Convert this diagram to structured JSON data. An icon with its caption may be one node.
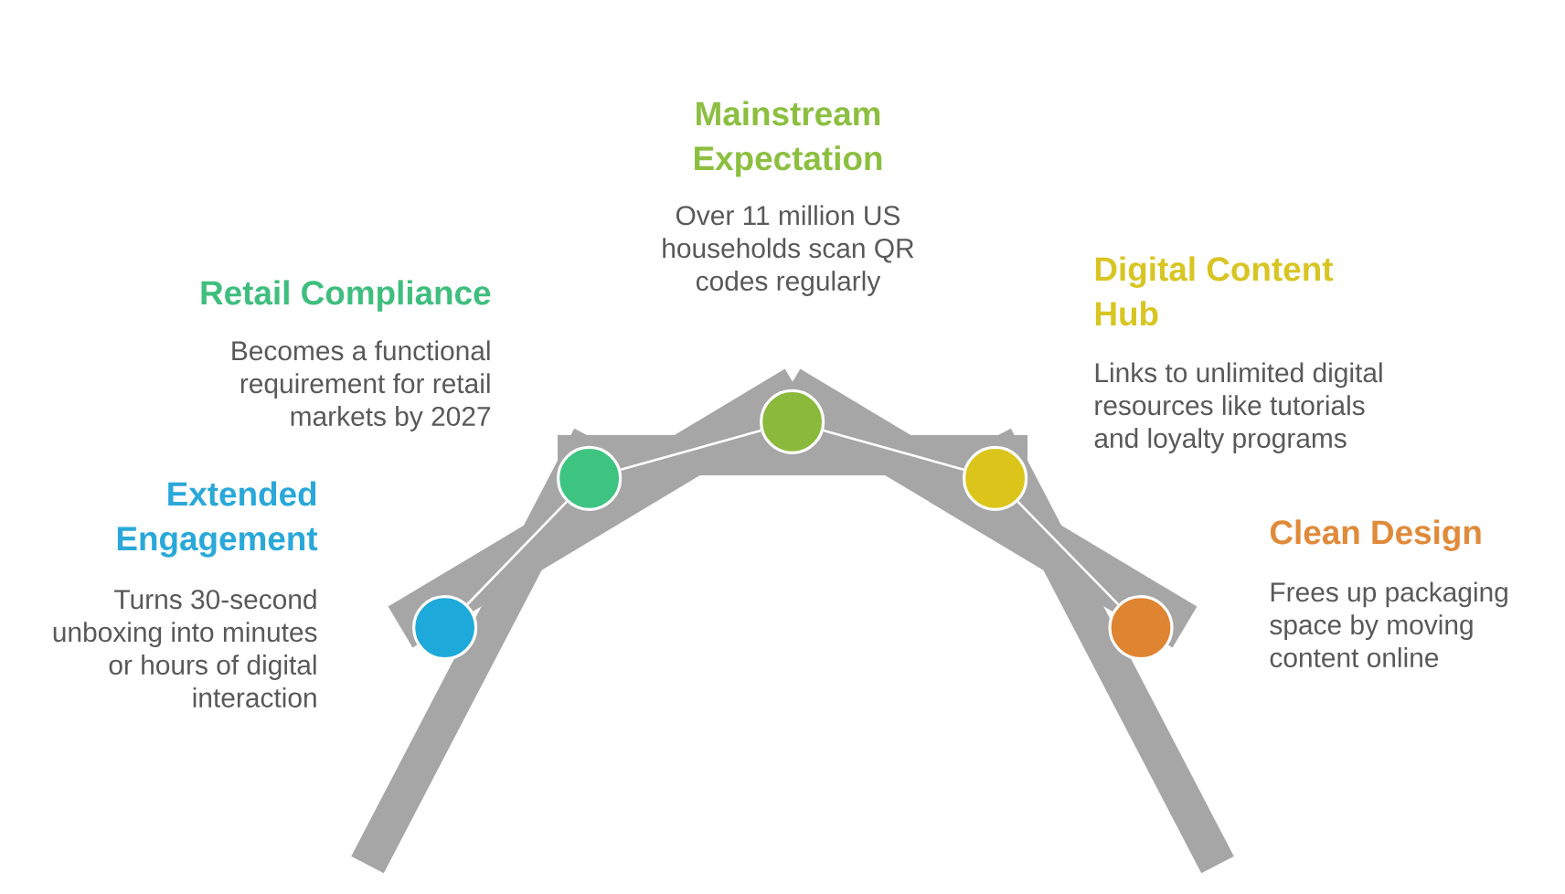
{
  "diagram": {
    "nodes": [
      {
        "text": [],
        "shape": "circle",
        "beside": [
          "Extended Engagement",
          "Turns 30-second unboxing into minutes or hours of digital interaction"
        ]
      },
      {
        "text": [],
        "shape": "circle",
        "beside": [
          "Retail Compliance",
          "Becomes a functional requirement for retail markets by 2027"
        ]
      },
      {
        "text": [],
        "shape": "circle",
        "beside": [
          "Mainstream Expectation",
          "Over 11 million US households scan QR codes regularly"
        ]
      },
      {
        "text": [],
        "shape": "circle",
        "beside": [
          "Digital Content Hub",
          "Links to unlimited digital resources like tutorials and loyalty programs"
        ]
      },
      {
        "text": [],
        "shape": "circle",
        "beside": [
          "Clean Design",
          "Frees up packaging space by moving content online"
        ]
      }
    ],
    "edges": [
      {
        "from": 0,
        "to": 1,
        "arrow": "none"
      },
      {
        "from": 1,
        "to": 2,
        "arrow": "none"
      },
      {
        "from": 2,
        "to": 3,
        "arrow": "none"
      },
      {
        "from": 3,
        "to": 4,
        "arrow": "none"
      }
    ]
  }
}
